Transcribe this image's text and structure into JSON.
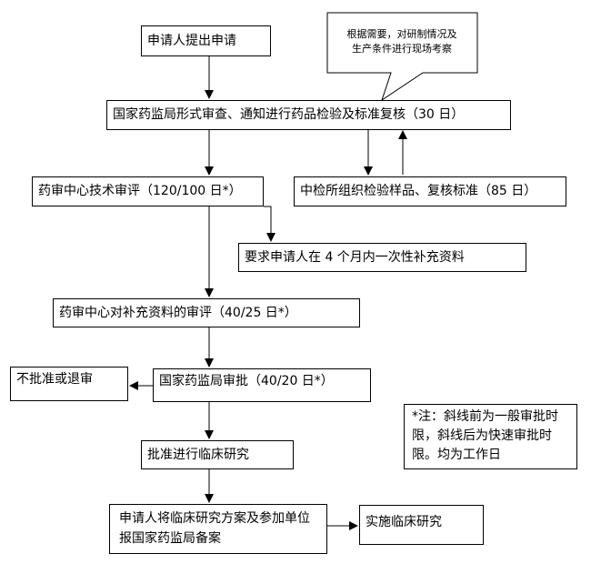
{
  "nodes": {
    "apply": "申请人提出申请",
    "callout": [
      "根据需要，对研制情况及",
      "生产条件进行现场考察"
    ],
    "formal_review": "国家药监局形式审查、通知进行药品检验及标准复核（30 日）",
    "tech_review": "药审中心技术审评（120/100 日*）",
    "inspection": "中检所组织检验样品、复核标准（85 日）",
    "supplement_request": "要求申请人在 4 个月内一次性补充资料",
    "supplement_review": "药审中心对补充资料的审评（40/25 日*）",
    "approval": "国家药监局审批（40/20 日*）",
    "reject": "不批准或退审",
    "clinical_approved": "批准进行临床研究",
    "filing": "申请人将临床研究方案及参加单位报国家药监局备案",
    "implement": "实施临床研究",
    "note": "*注：斜线前为一般审批时限，斜线后为快速审批时限。均为工作日"
  }
}
